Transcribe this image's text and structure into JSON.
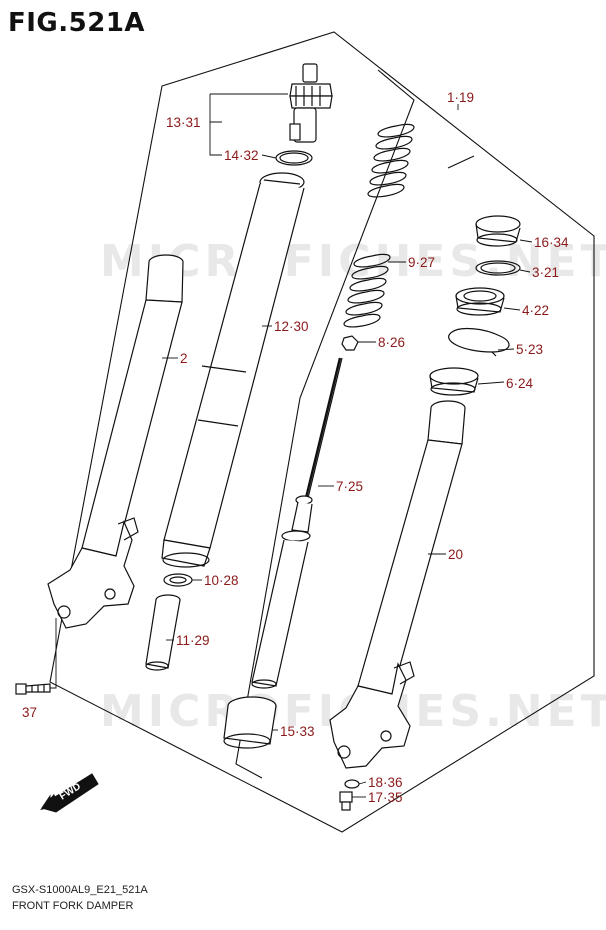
{
  "figure": {
    "title": "FIG.521A",
    "model_code": "GSX-S1000AL9_E21_521A",
    "caption": "FRONT FORK DAMPER",
    "watermark": "MICROFICHES.NET"
  },
  "fwd_label": "FWD",
  "callouts": [
    {
      "id": "c1",
      "text": "1·19"
    },
    {
      "id": "c2",
      "text": "2"
    },
    {
      "id": "c3",
      "text": "3·21"
    },
    {
      "id": "c4",
      "text": "4·22"
    },
    {
      "id": "c5",
      "text": "5·23"
    },
    {
      "id": "c6",
      "text": "6·24"
    },
    {
      "id": "c7",
      "text": "7·25"
    },
    {
      "id": "c8",
      "text": "8·26"
    },
    {
      "id": "c9",
      "text": "9·27"
    },
    {
      "id": "c10",
      "text": "10·28"
    },
    {
      "id": "c11",
      "text": "11·29"
    },
    {
      "id": "c12",
      "text": "12·30"
    },
    {
      "id": "c13",
      "text": "13·31"
    },
    {
      "id": "c14",
      "text": "14·32"
    },
    {
      "id": "c15",
      "text": "15·33"
    },
    {
      "id": "c16",
      "text": "16·34"
    },
    {
      "id": "c17",
      "text": "17·35"
    },
    {
      "id": "c18",
      "text": "18·36"
    },
    {
      "id": "c20",
      "text": "20"
    },
    {
      "id": "c37",
      "text": "37"
    }
  ]
}
